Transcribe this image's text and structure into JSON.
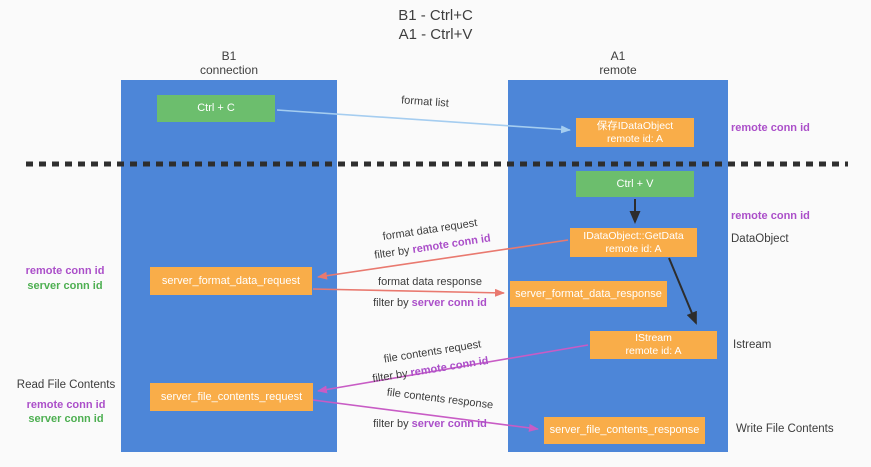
{
  "title": {
    "line1": "B1 - Ctrl+C",
    "line2": "A1 - Ctrl+V"
  },
  "columns": {
    "left": {
      "title": "B1",
      "subtitle": "connection"
    },
    "right": {
      "title": "A1",
      "subtitle": "remote"
    }
  },
  "nodes": {
    "ctrl_c": "Ctrl + C",
    "ctrl_v": "Ctrl + V",
    "save_idataobject_line1": "保存IDataObject",
    "save_idataobject_line2": "remote id: A",
    "getdata_line1": "IDataObject::GetData",
    "getdata_line2": "remote id: A",
    "istream_line1": "IStream",
    "istream_line2": "remote id: A",
    "server_format_data_request": "server_format_data_request",
    "server_format_data_response": "server_format_data_response",
    "server_file_contents_request": "server_file_contents_request",
    "server_file_contents_response": "server_file_contents_response"
  },
  "side_labels": {
    "remote_conn_id": "remote conn id",
    "server_conn_id": "server conn id",
    "dataobject": "DataObject",
    "istream": "Istream",
    "read_file_contents": "Read File Contents",
    "write_file_contents": "Write File Contents"
  },
  "arrow_labels": {
    "format_list": "format list",
    "format_data_request": "format data request",
    "format_data_response": "format data response",
    "file_contents_request": "file contents request",
    "file_contents_response": "file contents response",
    "filter_by": "filter by",
    "remote_conn_id": "remote conn id",
    "server_conn_id": "server conn id"
  },
  "colors": {
    "column_blue": "#4d86d8",
    "box_green": "#6cbe6d",
    "box_orange": "#f9ad49",
    "arrow_lightblue": "#a5cdf0",
    "arrow_black": "#2d2d2d",
    "arrow_salmon": "#e9796f",
    "arrow_magenta": "#c85cc5",
    "label_purple": "#ab4fc9",
    "label_green": "#4daf51",
    "dashed_line": "#2e2e2e"
  }
}
